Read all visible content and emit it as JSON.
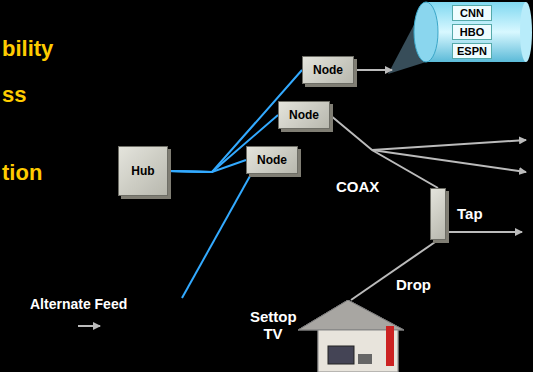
{
  "diagram": {
    "nodes": [
      {
        "text": [
          "Hub"
        ]
      },
      {
        "text": [
          "Node"
        ]
      },
      {
        "text": [
          "Node"
        ]
      },
      {
        "text": [
          "Node"
        ]
      },
      {
        "text": [
          "CNN"
        ]
      },
      {
        "text": [
          "HBO"
        ]
      },
      {
        "text": [
          "ESPN"
        ]
      },
      {
        "text": [
          "Tap"
        ]
      },
      {
        "text": [
          "Settop TV"
        ]
      }
    ],
    "edges": [
      {
        "from": 0,
        "to": 1,
        "arrow": "none"
      },
      {
        "from": 0,
        "to": 2,
        "arrow": "none"
      },
      {
        "from": 0,
        "to": 3,
        "arrow": "none"
      },
      {
        "from": 2,
        "to": 7,
        "label": "COAX",
        "arrow": "none"
      },
      {
        "from": 7,
        "to": 8,
        "label": "Drop",
        "arrow": "none"
      }
    ],
    "labels": [
      "bility",
      "ss",
      "tion",
      "Alternate Feed"
    ]
  }
}
